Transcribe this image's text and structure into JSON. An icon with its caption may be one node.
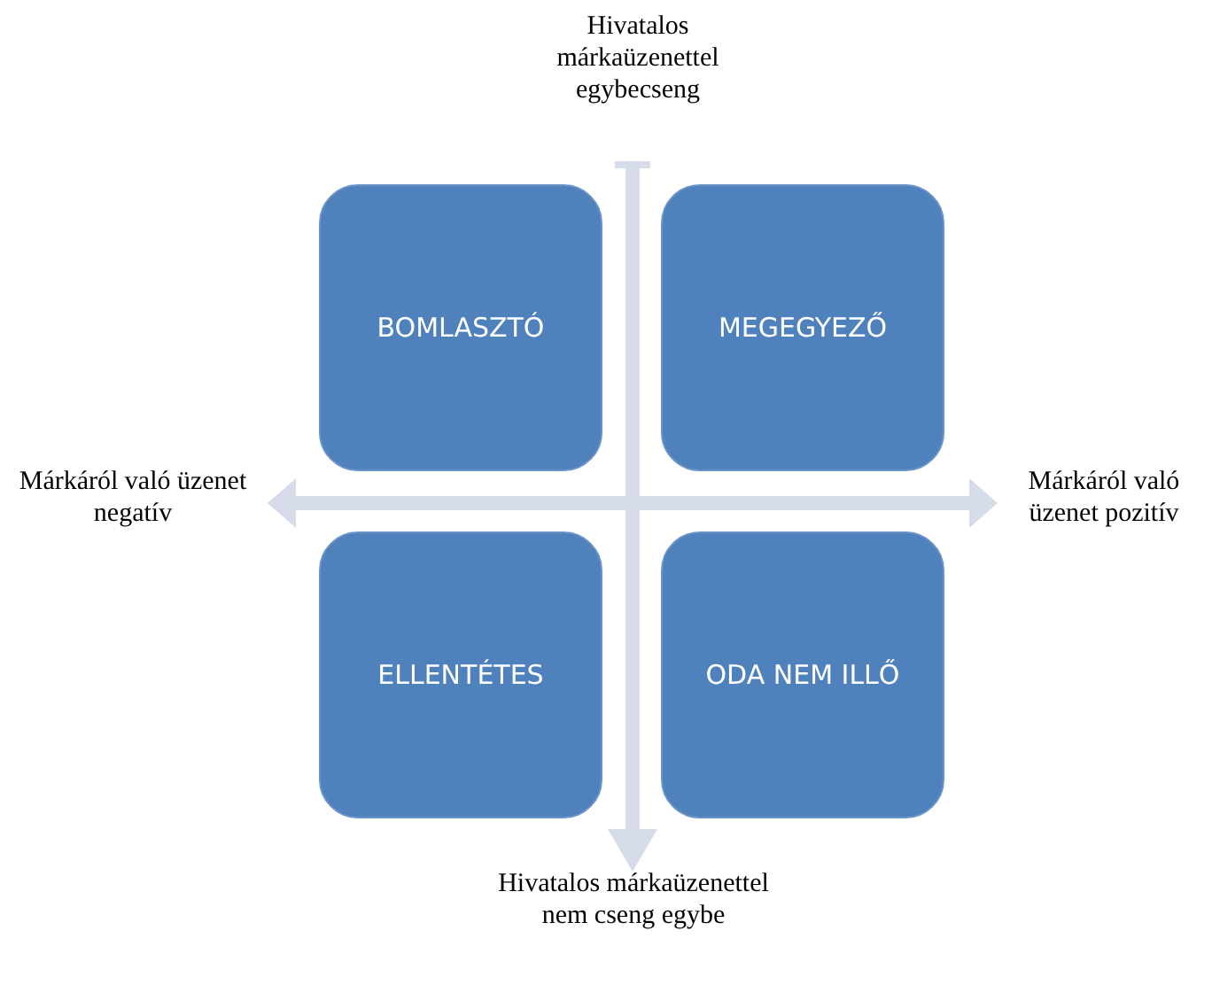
{
  "diagram": {
    "nodes": [
      {
        "text": [
          "BOMLASZTÓ"
        ]
      },
      {
        "text": [
          "MEGEGYEZŐ"
        ]
      },
      {
        "text": [
          "ELLENTÉTES"
        ]
      },
      {
        "text": [
          "ODA NEM ILLŐ"
        ]
      }
    ],
    "labels": [
      "Hivatalos márkaüzenettel egybecseng",
      "Márkáról való üzenet negatív",
      "Márkáról való üzenet pozitív",
      "Hivatalos márkaüzenettel nem cseng egybe"
    ]
  }
}
